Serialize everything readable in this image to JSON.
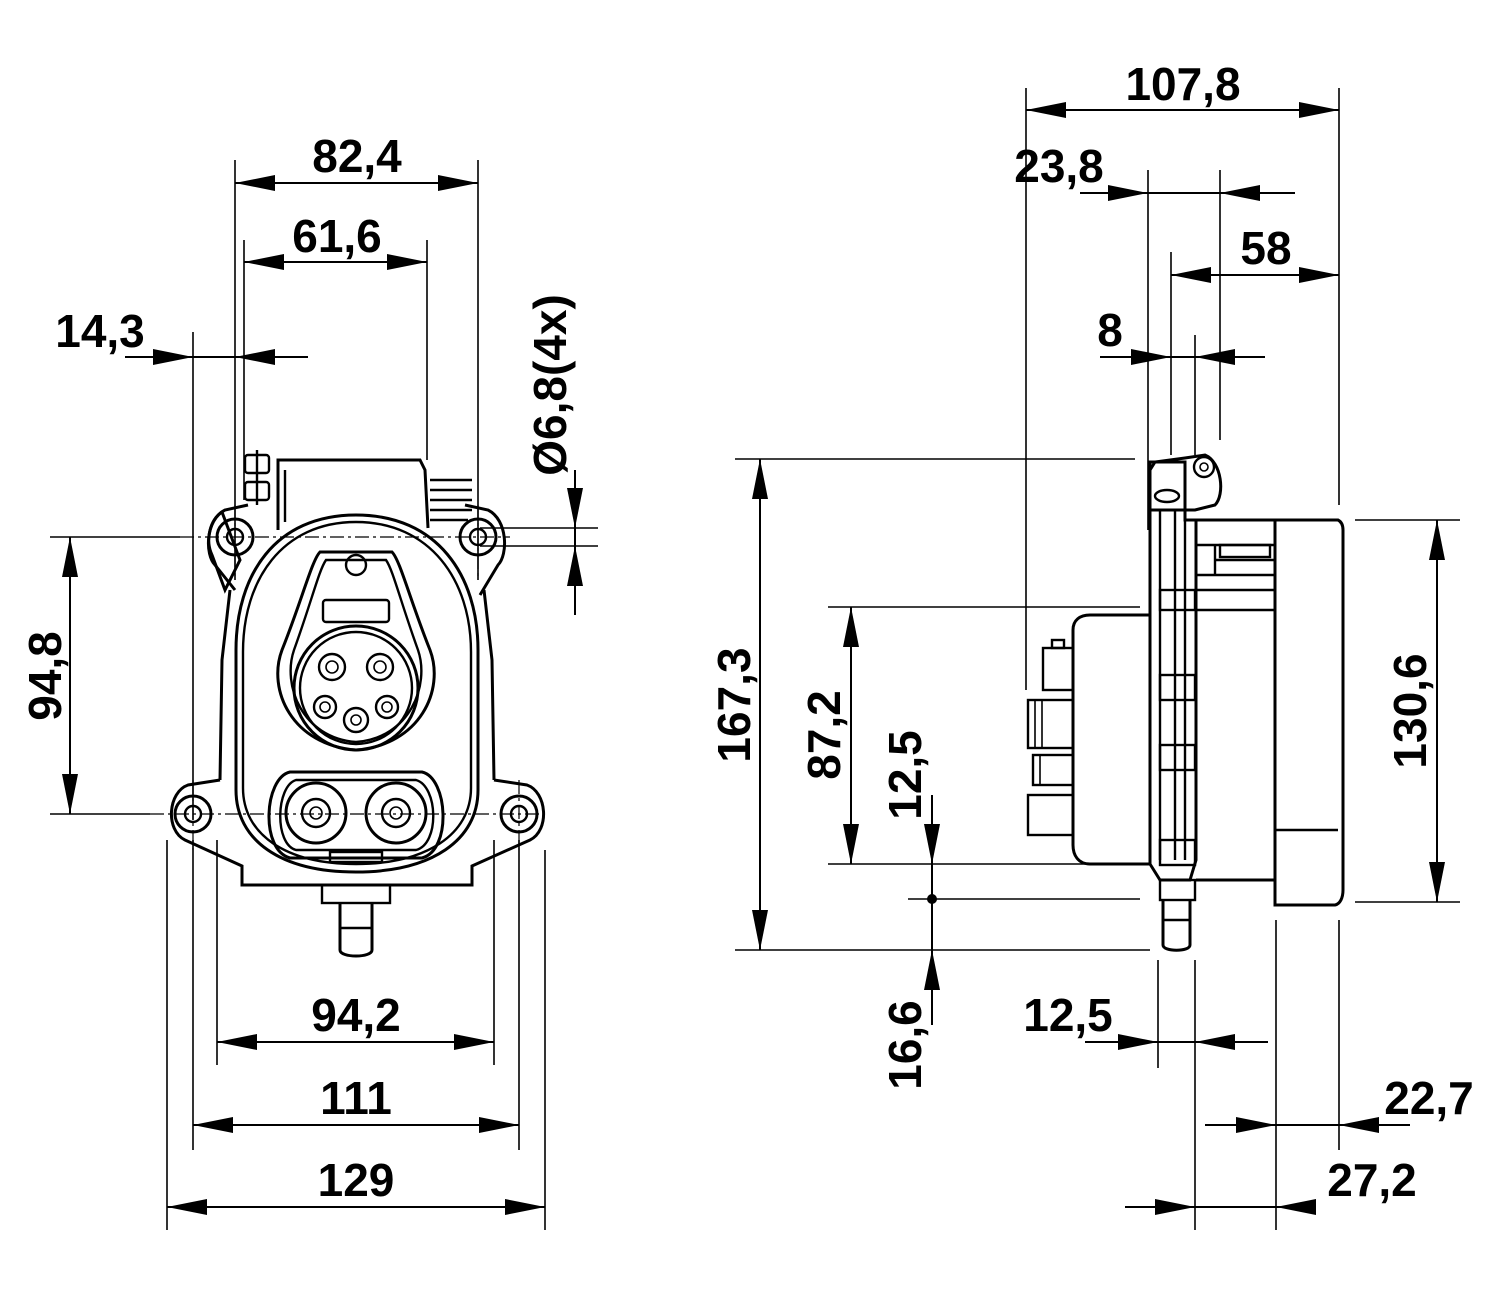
{
  "front_view": {
    "width_82_4": "82,4",
    "width_61_6": "61,6",
    "offset_14_3": "14,3",
    "hole_diameter": "Ø6,8(4x)",
    "height_94_8": "94,8",
    "width_94_2": "94,2",
    "width_111": "111",
    "width_129": "129"
  },
  "side_view": {
    "depth_107_8": "107,8",
    "depth_23_8": "23,8",
    "depth_58": "58",
    "depth_8": "8",
    "height_167_3": "167,3",
    "height_87_2": "87,2",
    "height_12_5": "12,5",
    "height_16_6": "16,6",
    "height_130_6": "130,6",
    "depth_12_5": "12,5",
    "depth_22_7": "22,7",
    "depth_27_2": "27,2"
  }
}
